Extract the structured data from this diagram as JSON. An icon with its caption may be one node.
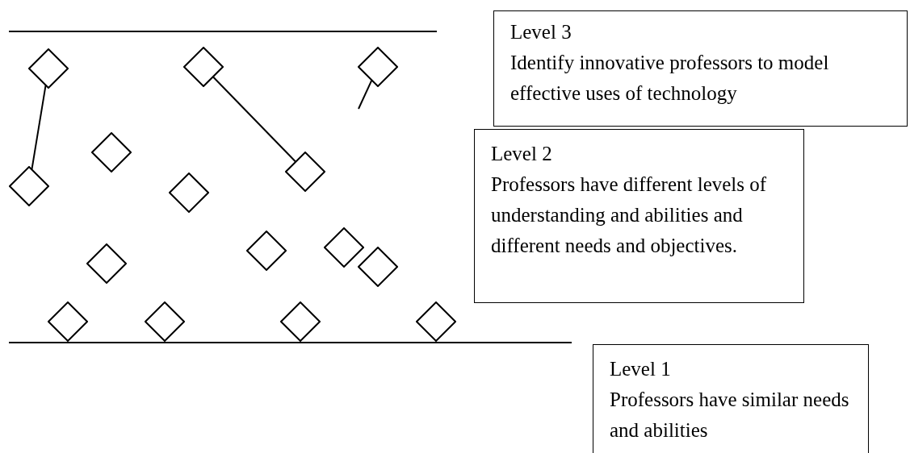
{
  "diagram": {
    "nodes": [
      {
        "text": [
          "Level 3",
          "Identify innovative professors to model effective uses of technology"
        ]
      },
      {
        "text": [
          "Level 2",
          "Professors have different levels of understanding and abilities and different needs and objectives."
        ]
      },
      {
        "text": [
          "Level 1",
          "Professors have similar needs and abilities"
        ]
      },
      {
        "text": [],
        "shape": "diamond"
      },
      {
        "text": [],
        "shape": "diamond"
      },
      {
        "text": [],
        "shape": "diamond"
      },
      {
        "text": [],
        "shape": "diamond"
      },
      {
        "text": [],
        "shape": "diamond"
      },
      {
        "text": [],
        "shape": "diamond"
      },
      {
        "text": [],
        "shape": "diamond"
      },
      {
        "text": [],
        "shape": "diamond"
      },
      {
        "text": [],
        "shape": "diamond"
      },
      {
        "text": [],
        "shape": "diamond"
      },
      {
        "text": [],
        "shape": "diamond"
      },
      {
        "text": [],
        "shape": "diamond"
      },
      {
        "text": [],
        "shape": "diamond"
      },
      {
        "text": [],
        "shape": "diamond"
      },
      {
        "text": [],
        "shape": "diamond"
      }
    ],
    "edges": [
      {
        "from": 3,
        "to": 7,
        "arrow": "none"
      },
      {
        "from": 4,
        "to": 9,
        "arrow": "none"
      },
      {
        "from": 5,
        "to": null,
        "arrow": "none"
      }
    ]
  }
}
